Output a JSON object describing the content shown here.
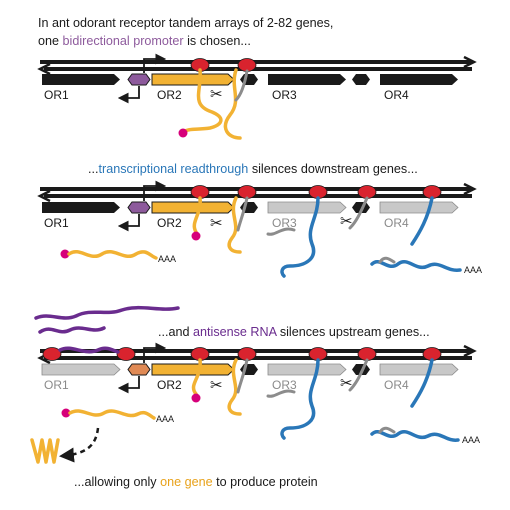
{
  "colors": {
    "black": "#1a1a1a",
    "grey_gene": "#c8c8c8",
    "grey_rna": "#8c8c8c",
    "orange": "#f2b233",
    "blue": "#2a77b8",
    "purple": "#6a2c8e",
    "red": "#d9232e",
    "magenta": "#d6007a",
    "promoter_purple": "#8d5a9c",
    "promoter_orange": "#e08a55"
  },
  "panel1": {
    "caption_line1": "In ant odorant receptor tandem arrays of 2-82 genes,",
    "caption_line2_pre": "one ",
    "caption_line2_hl": "bidirectional promoter",
    "caption_line2_post": " is chosen...",
    "genes": [
      "OR1",
      "OR2",
      "OR3",
      "OR4"
    ]
  },
  "panel2": {
    "caption_pre": "...",
    "caption_hl": "transcriptional readthrough",
    "caption_post": " silences downstream genes...",
    "genes": [
      "OR1",
      "OR2",
      "OR3",
      "OR4"
    ],
    "polya": [
      "AAA",
      "AAA"
    ]
  },
  "panel3": {
    "caption_pre": "...and ",
    "caption_hl": "antisense RNA",
    "caption_post": " silences upstream genes...",
    "genes": [
      "OR1",
      "OR2",
      "OR3",
      "OR4"
    ],
    "polya": [
      "AAA",
      "AAA"
    ]
  },
  "panel4": {
    "caption_pre": "...allowing only ",
    "caption_hl": "one gene",
    "caption_post": " to produce protein"
  }
}
